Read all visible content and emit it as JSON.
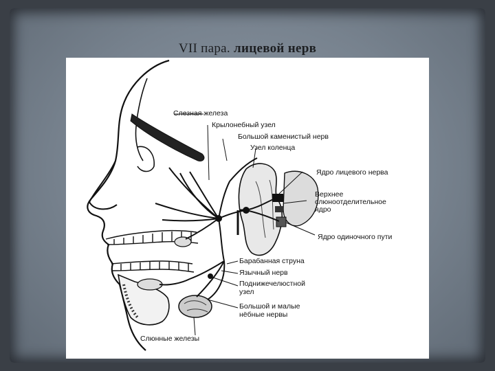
{
  "slide": {
    "title_prefix": "VII пара. ",
    "title_main": "лицевой нерв"
  },
  "labels": {
    "lacrimal_gland": "Слезная железа",
    "pterygopalatine_ganglion": "Крылонебный узел",
    "greater_petrosal_nerve": "Большой каменистый нерв",
    "geniculate_ganglion": "Узел коленца",
    "facial_nucleus": "Ядро лицевого нерва",
    "superior_salivatory_line1": "Верхнее",
    "superior_salivatory_line2": "слюноотделительное",
    "superior_salivatory_line3": "ядро",
    "solitary_nucleus": "Ядро одиночного пути",
    "chorda_tympani": "Барабанная струна",
    "lingual_nerve": "Язычный нерв",
    "submandibular_line1": "Поднижечелюстной",
    "submandibular_line2": "узел",
    "palatine_line1": "Большой и малые",
    "palatine_line2": "нёбные нервы",
    "salivary_glands": "Слюнные железы"
  },
  "colors": {
    "background": "#3a3f46",
    "slide": "#7d8894",
    "figure": "#ffffff",
    "ink": "#111111"
  }
}
